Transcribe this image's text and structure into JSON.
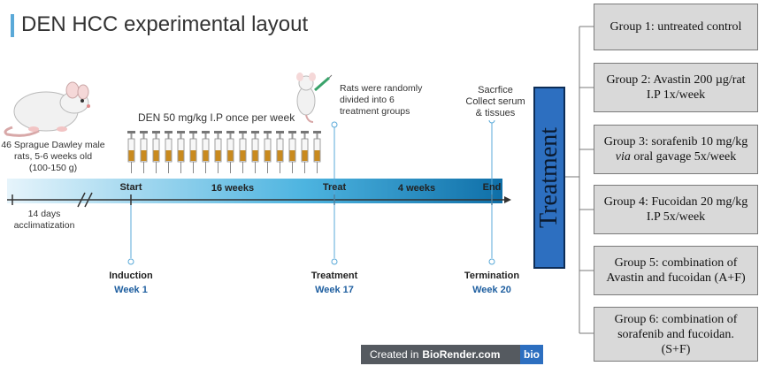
{
  "title": "DEN HCC experimental layout",
  "rats_text": [
    "46 Sprague Dawley male",
    "rats, 5-6 weeks old",
    "(100-150 g)"
  ],
  "den_text": "DEN 50 mg/kg  I.P once per week",
  "randomized_text": [
    "Rats were randomly",
    "divided into 6",
    "treatment groups"
  ],
  "sacrifice_text": [
    "Sacrfice",
    "Collect serum",
    "& tissues"
  ],
  "acclimatization_text": [
    "14 days",
    "acclimatization"
  ],
  "timeline": {
    "start": "Start",
    "weeks_16": "16 weeks",
    "treat": "Treat",
    "weeks_4": "4 weeks",
    "end": "End"
  },
  "milestones": [
    {
      "label": "Induction",
      "week": "Week 1"
    },
    {
      "label": "Treatment",
      "week": "Week 17"
    },
    {
      "label": "Termination",
      "week": "Week 20"
    }
  ],
  "treatment_label": "Treatment",
  "groups": [
    {
      "lines": [
        "Group 1: untreated control"
      ]
    },
    {
      "lines": [
        "Group 2: Avastin  200 µg/rat",
        "I.P 1x/week"
      ]
    },
    {
      "lines": [
        "Group 3: sorafenib  10 mg/kg",
        "via oral gavage  5x/week"
      ],
      "italic_word": "via"
    },
    {
      "lines": [
        "Group 4: Fucoidan 20 mg/kg",
        "I.P 5x/week"
      ]
    },
    {
      "lines": [
        "Group 5: combination of",
        "Avastin  and fucoidan (A+F)"
      ]
    },
    {
      "lines": [
        "Group 6: combination of",
        "sorafenib and fucoidan.",
        "(S+F)"
      ]
    }
  ],
  "footer": {
    "prefix": "Created in",
    "brand": "BioRender.com",
    "badge": "bio"
  },
  "colors": {
    "accent": "#5aa9d8",
    "timeline_dark": "#0f6fa8",
    "treatment_box": "#2d6fc0",
    "week_text": "#1f5fa0",
    "group_box": "#d9d9d9"
  },
  "icons": [
    "rat-icon",
    "syringe-icon",
    "rat-injection-icon"
  ]
}
